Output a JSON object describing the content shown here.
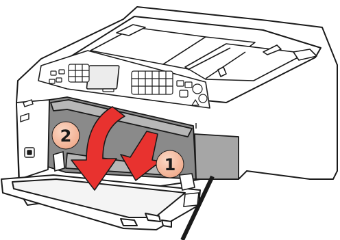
{
  "steps": [
    {
      "label": "1",
      "action": "open-paper-output-tray"
    },
    {
      "label": "2",
      "action": "push-arrow-direction"
    }
  ],
  "colors": {
    "outline": "#1a1a1a",
    "body": "#ffffff",
    "inner_gray": "#8a8a8a",
    "side_gray": "#a6a6a6",
    "arrow_red": "#e8322f",
    "badge_fill": "#f2b99a"
  }
}
